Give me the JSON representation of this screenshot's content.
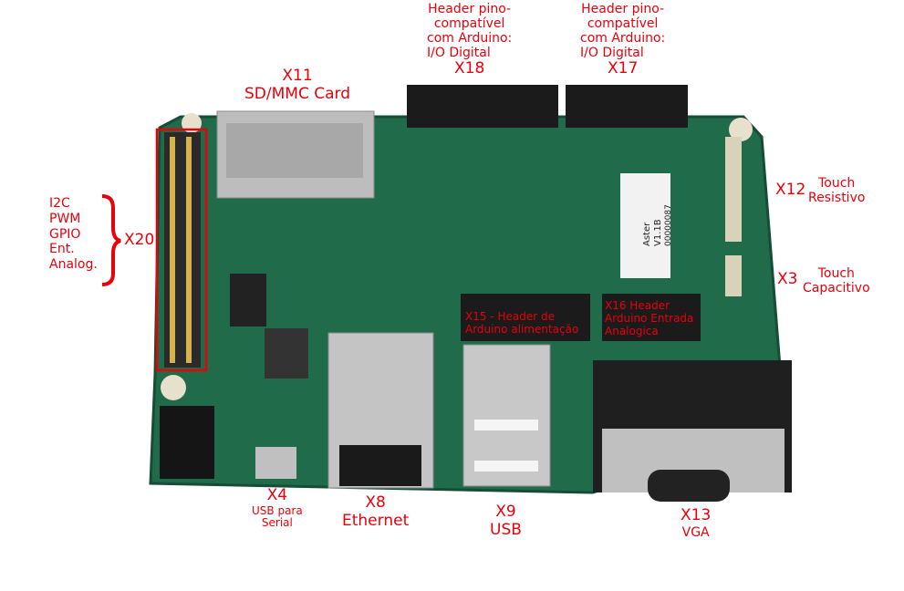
{
  "colors": {
    "label": "#e8000b",
    "pcb": "#1f6b4a",
    "pcb_dark": "#154d36",
    "header": "#1b1b1b",
    "metal": "#b9b9b9"
  },
  "board": {
    "model": "Aster",
    "version": "V1.1B",
    "serial": "00000087"
  },
  "labels": {
    "x18": {
      "desc": [
        "Header pino-",
        "compatível",
        "com Arduino:",
        "I/O Digital"
      ],
      "id": "X18"
    },
    "x17": {
      "desc": [
        "Header pino-",
        "compatível",
        "com Arduino:",
        "I/O Digital"
      ],
      "id": "X17"
    },
    "x11": {
      "id": "X11",
      "desc": "SD/MMC Card"
    },
    "x20": {
      "id": "X20",
      "desc": [
        "I2C",
        "PWM",
        "GPIO",
        "Ent.",
        "Analog."
      ]
    },
    "x12": {
      "id": "X12",
      "desc": [
        "Touch",
        "Resistivo"
      ]
    },
    "x3": {
      "id": "X3",
      "desc": [
        "Touch",
        "Capacitivo"
      ]
    },
    "x15": {
      "desc": [
        "X15 - Header de",
        "Arduino alimentação"
      ]
    },
    "x16": {
      "desc": [
        "X16 Header",
        "Arduino Entrada",
        "Analogica"
      ]
    },
    "x4": {
      "id": "X4",
      "desc": [
        "USB  para",
        "Serial"
      ]
    },
    "x8": {
      "id": "X8",
      "desc": "Ethernet"
    },
    "x9": {
      "id": "X9",
      "desc": "USB"
    },
    "x13": {
      "id": "X13",
      "desc": "VGA"
    }
  }
}
